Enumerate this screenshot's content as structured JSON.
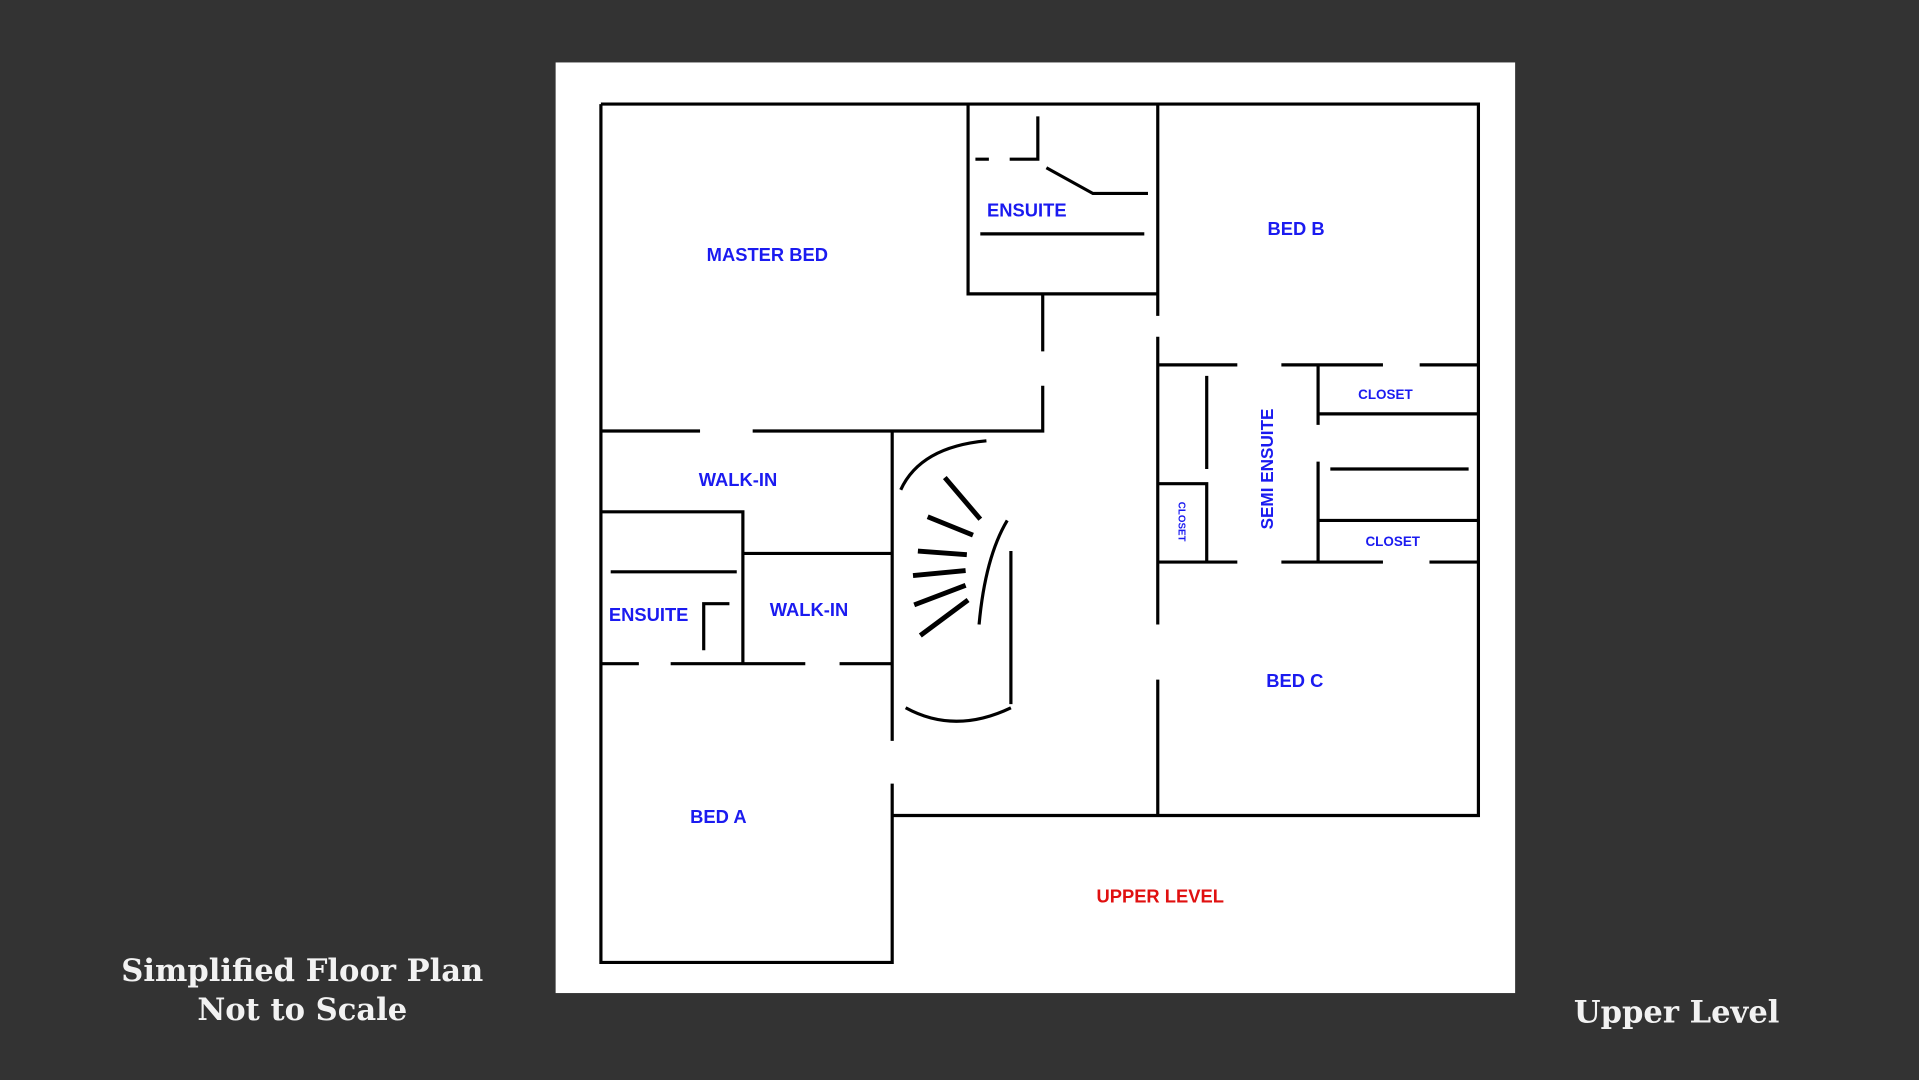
{
  "caption": {
    "line1": "Simplified Floor Plan",
    "line2": "Not to Scale"
  },
  "level_title": "Upper Level",
  "colors": {
    "background": "#333333",
    "room_label": "#1b1bf0",
    "level_label": "#e01010"
  },
  "rooms": {
    "master_bed": "MASTER BED",
    "ensuite_master": "ENSUITE",
    "bed_b": "BED B",
    "walk_in_1": "WALK-IN",
    "walk_in_2": "WALK-IN",
    "ensuite_a": "ENSUITE",
    "semi_ensuite": "SEMI ENSUITE",
    "closet_1": "CLOSET",
    "closet_2": "CLOSET",
    "closet_3": "CLOSET",
    "bed_c": "BED C",
    "bed_a": "BED A"
  },
  "level_label": "UPPER LEVEL"
}
